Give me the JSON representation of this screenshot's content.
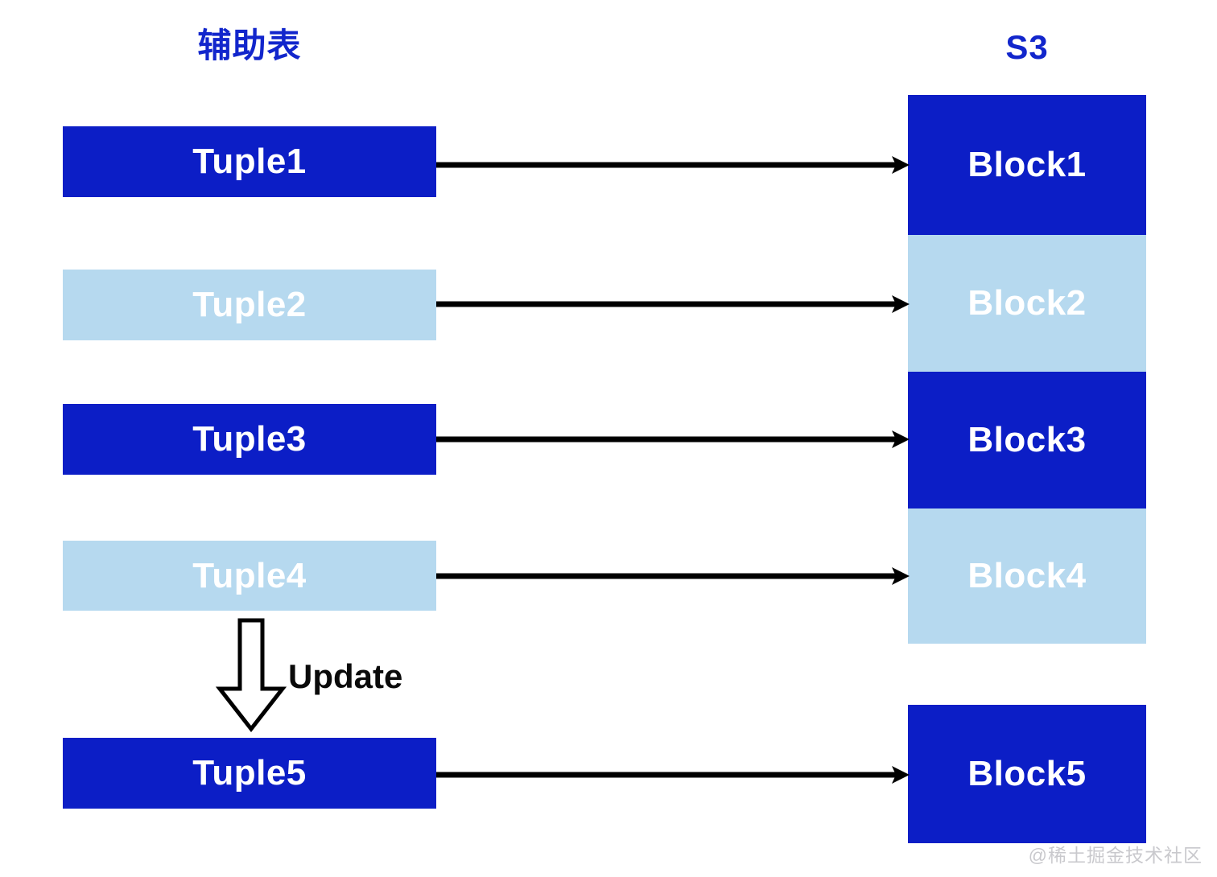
{
  "diagram": {
    "columns": {
      "left_title": "辅助表",
      "right_title": "S3"
    },
    "colors": {
      "dark_blue": "#0c1ec6",
      "light_blue": "#b6d9ef",
      "title_blue": "#1226cc",
      "arrow_black": "#000000",
      "watermark_gray": "#c9c9cd"
    },
    "left_items": [
      {
        "label": "Tuple1",
        "state": "dark"
      },
      {
        "label": "Tuple2",
        "state": "light"
      },
      {
        "label": "Tuple3",
        "state": "dark"
      },
      {
        "label": "Tuple4",
        "state": "light"
      },
      {
        "label": "Tuple5",
        "state": "dark"
      }
    ],
    "right_items": [
      {
        "label": "Block1",
        "state": "dark"
      },
      {
        "label": "Block2",
        "state": "light"
      },
      {
        "label": "Block3",
        "state": "dark"
      },
      {
        "label": "Block4",
        "state": "light"
      },
      {
        "label": "Block5",
        "state": "dark"
      }
    ],
    "annotation": {
      "update_label": "Update"
    },
    "watermark": "@稀土掘金技术社区"
  }
}
